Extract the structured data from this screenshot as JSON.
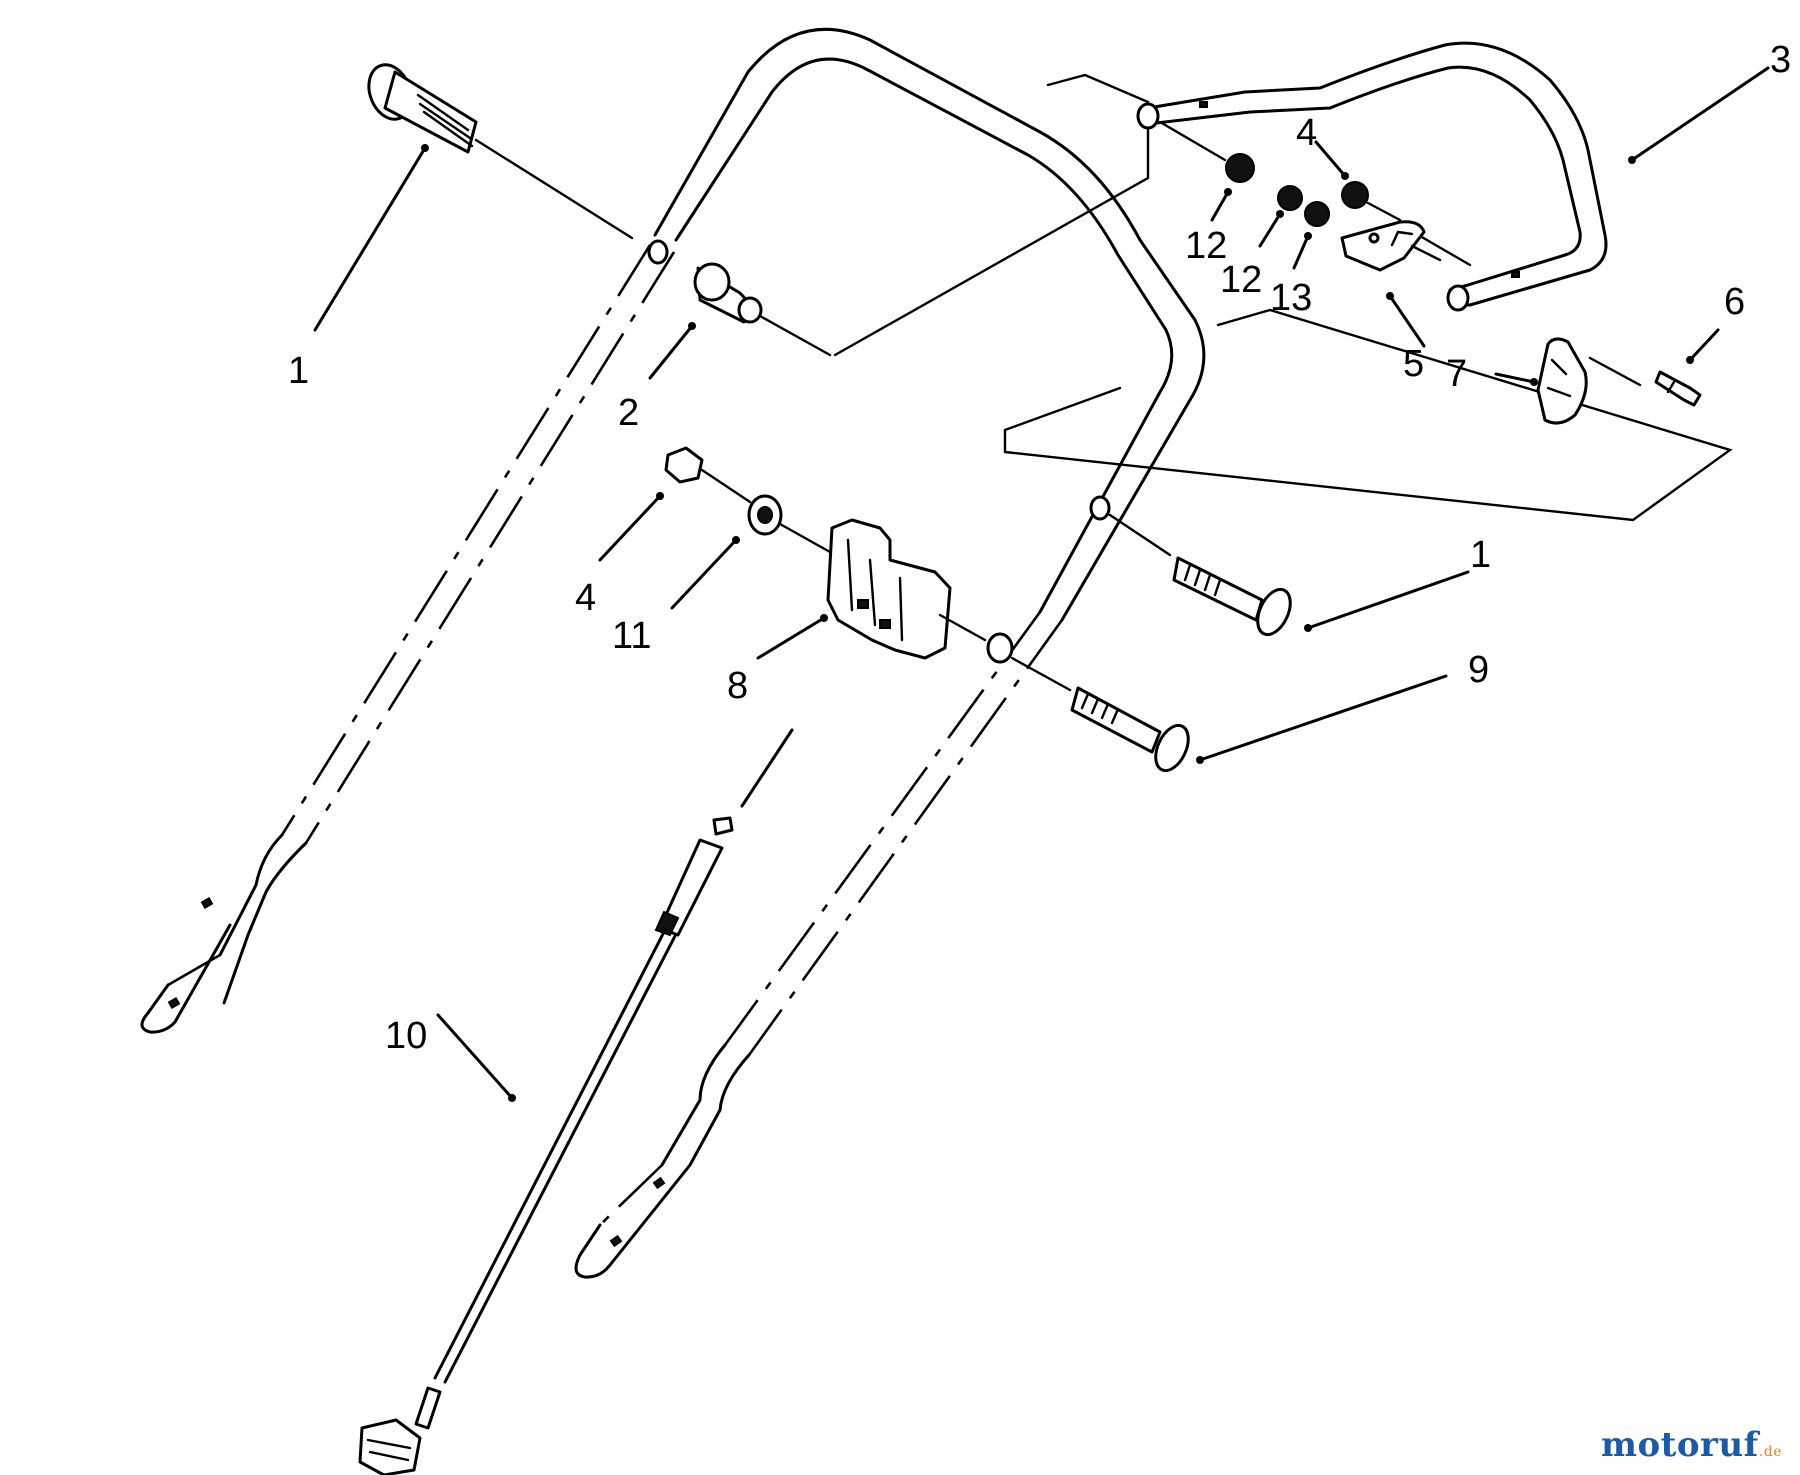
{
  "diagram": {
    "callouts": [
      {
        "id": "c1a",
        "text": "1"
      },
      {
        "id": "c1b",
        "text": "1"
      },
      {
        "id": "c2",
        "text": "2"
      },
      {
        "id": "c3",
        "text": "3"
      },
      {
        "id": "c4a",
        "text": "4"
      },
      {
        "id": "c4b",
        "text": "4"
      },
      {
        "id": "c5",
        "text": "5"
      },
      {
        "id": "c6",
        "text": "6"
      },
      {
        "id": "c7",
        "text": "7"
      },
      {
        "id": "c8",
        "text": "8"
      },
      {
        "id": "c9",
        "text": "9"
      },
      {
        "id": "c10",
        "text": "10"
      },
      {
        "id": "c11",
        "text": "11"
      },
      {
        "id": "c12a",
        "text": "12"
      },
      {
        "id": "c12b",
        "text": "12"
      },
      {
        "id": "c13",
        "text": "13"
      }
    ]
  },
  "watermark": {
    "brand": "motoruf",
    "suffix": ".de"
  }
}
